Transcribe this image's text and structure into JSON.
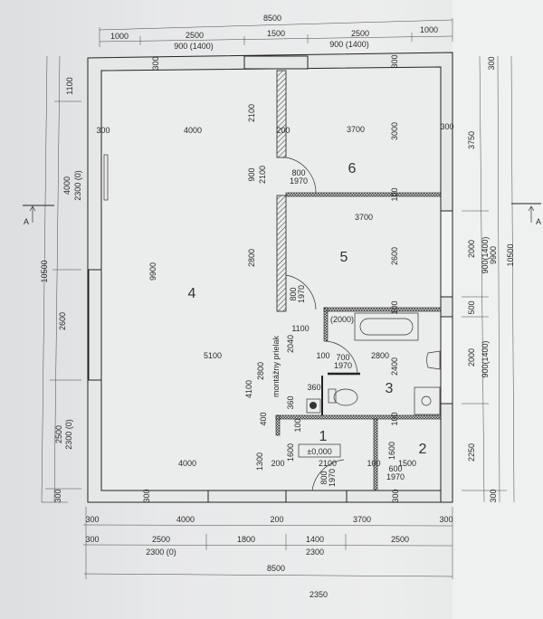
{
  "top": {
    "total": "8500",
    "segments": [
      "1000",
      "2500",
      "1500",
      "2500",
      "1000"
    ],
    "window_left": "900 (1400)",
    "window_right": "900 (1400)",
    "wall_left": "300",
    "wall_right": "300"
  },
  "left": {
    "total": "10500",
    "segments": [
      "1100",
      "4000",
      "2600",
      "2500",
      "300"
    ],
    "window_upper": "2300 (0)",
    "window_lower": "2300 (0)"
  },
  "right": {
    "total": "10500",
    "inner_total": "9900",
    "segments": [
      "300",
      "3750",
      "2000",
      "500",
      "2000",
      "2250",
      "300"
    ],
    "window_upper": "900(1400)",
    "window_lower": "900(1400)"
  },
  "bottom": {
    "row1": [
      "300",
      "4000",
      "200",
      "3700",
      "300"
    ],
    "row2": [
      "300",
      "2500",
      "1800",
      "1400",
      "2500"
    ],
    "row2_sub": [
      "2300 (0)",
      "2300"
    ],
    "total": "8500",
    "note": "2350"
  },
  "section_marks": {
    "left": "A",
    "right": "A"
  },
  "rooms": {
    "r1": "1",
    "r2": "2",
    "r3": "3",
    "r4": "4",
    "r5": "5",
    "r6": "6"
  },
  "level": "±0,000",
  "interior": {
    "row_upper": [
      "300",
      "4000",
      "200",
      "3700",
      "300"
    ],
    "h2100": "2100",
    "h900": "900",
    "h2100b": "2100",
    "door6": [
      "800",
      "1970"
    ],
    "h3000": "3000",
    "h100a": "100",
    "w3700": "3700",
    "h2800": "2800",
    "h2600": "2600",
    "h9900": "9900",
    "door5": [
      "800",
      "1970"
    ],
    "w1100": "1100",
    "bath": "(2000)",
    "h100b": "100",
    "w5100": "5100",
    "h2040": "2040",
    "passage": "montážny prielak",
    "w100a": "100",
    "door3": [
      "700",
      "1970"
    ],
    "w2800": "2800",
    "h2400": "2400",
    "h2800b": "2800",
    "h4100": "4100",
    "w360": "360",
    "h360": "360",
    "h400": "400",
    "h100c": "100",
    "h100d": "100",
    "h1600a": "1600",
    "h1600b": "1600",
    "h1300": "1300",
    "w200": "200",
    "w2100": "2100",
    "w100b": "100",
    "w1500": "1500",
    "door1": [
      "800",
      "1970"
    ],
    "door2": [
      "600",
      "1970"
    ],
    "w4000b": "4000",
    "h300a": "300",
    "h300b": "300"
  }
}
